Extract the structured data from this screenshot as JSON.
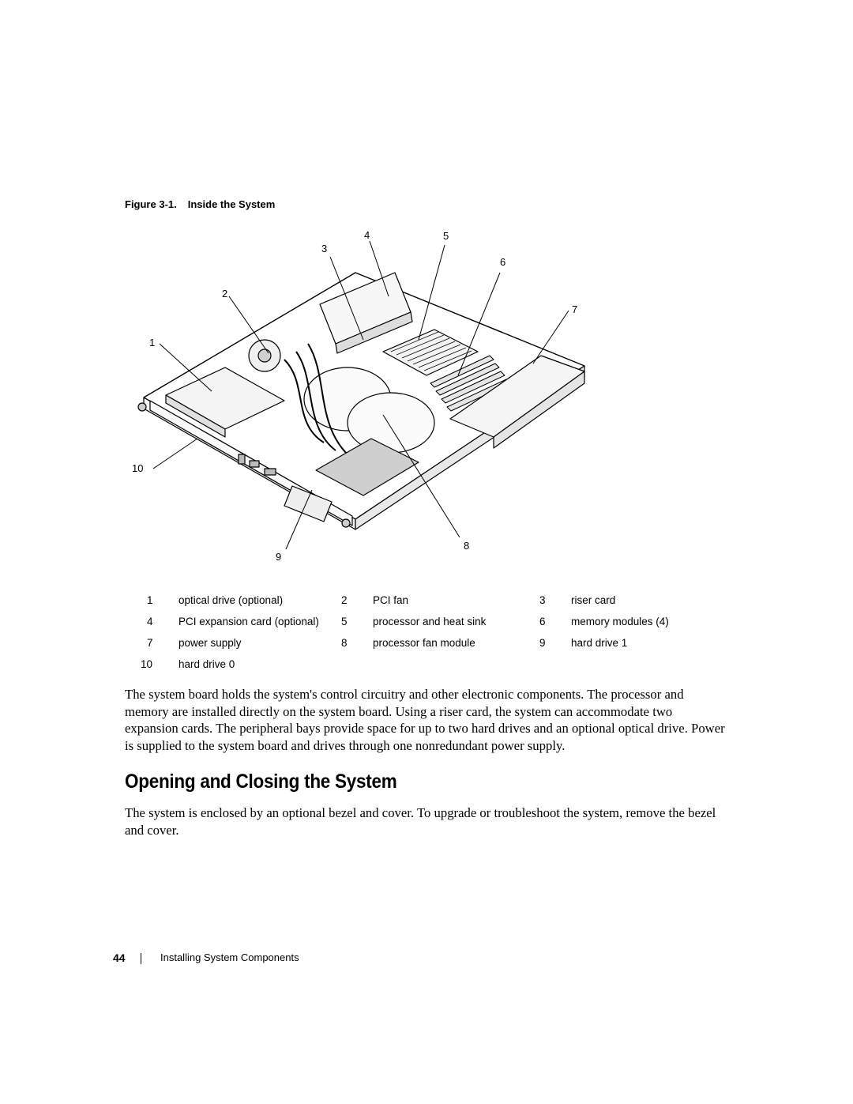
{
  "figure": {
    "label": "Figure 3-1.",
    "title": "Inside the System",
    "callouts": [
      "1",
      "2",
      "3",
      "4",
      "5",
      "6",
      "7",
      "8",
      "9",
      "10"
    ]
  },
  "legend": [
    [
      {
        "num": "1",
        "label": "optical drive (optional)"
      },
      {
        "num": "2",
        "label": "PCI fan"
      },
      {
        "num": "3",
        "label": "riser card"
      }
    ],
    [
      {
        "num": "4",
        "label": "PCI expansion card (optional)"
      },
      {
        "num": "5",
        "label": "processor and heat sink"
      },
      {
        "num": "6",
        "label": "memory modules (4)"
      }
    ],
    [
      {
        "num": "7",
        "label": "power supply"
      },
      {
        "num": "8",
        "label": "processor fan module"
      },
      {
        "num": "9",
        "label": "hard drive 1"
      }
    ],
    [
      {
        "num": "10",
        "label": "hard drive 0"
      }
    ]
  ],
  "paragraphs": {
    "intro": "The system board holds the system's control circuitry and other electronic components. The processor and memory are installed directly on the system board. Using a riser card, the system can accommodate two expansion cards. The peripheral bays provide space for up to two hard drives and an optional optical drive. Power is supplied to the system board and drives through one nonredundant power supply.",
    "opening": "The system is enclosed by an optional bezel and cover. To upgrade or troubleshoot the system, remove the bezel and cover."
  },
  "section_heading": "Opening and Closing the System",
  "footer": {
    "page_number": "44",
    "chapter": "Installing System Components"
  }
}
